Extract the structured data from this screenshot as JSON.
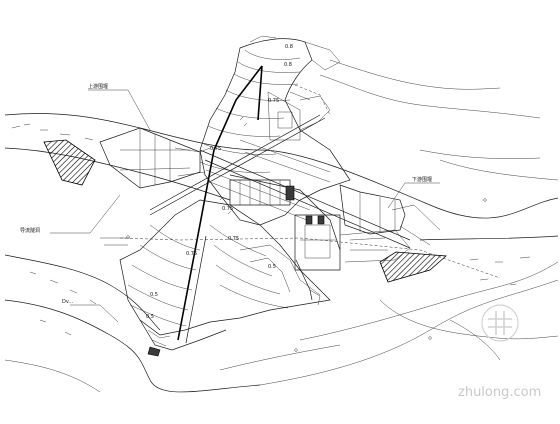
{
  "labels": {
    "upper_cofferdam": "上游围堰",
    "diversion_tunnel": "导流隧洞",
    "lower_cofferdam": "下游围堰",
    "river_left": "Dv...",
    "dim_08a": "0.8",
    "dim_08b": "0.8",
    "dim_075a": "0.75",
    "dim_075b": "0.75",
    "dim_075c": "0.75",
    "dim_075d": "0.75",
    "dim_075e": "0.75",
    "dim_05a": "0.5",
    "dim_05b": "0.5",
    "dim_05c": "0.5"
  },
  "watermark": {
    "text": "zhulong.com"
  },
  "colors": {
    "line": "#1a1a1a",
    "background": "#ffffff",
    "watermark": "#c9c9c9"
  }
}
